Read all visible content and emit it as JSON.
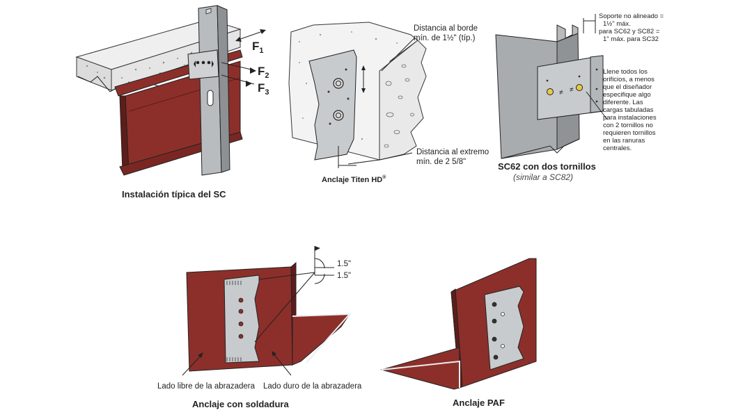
{
  "figures": {
    "typical": {
      "caption": "Instalación típica del SC",
      "forces": [
        {
          "label": "F",
          "sub": "1"
        },
        {
          "label": "F",
          "sub": "2"
        },
        {
          "label": "F",
          "sub": "3"
        }
      ]
    },
    "titen": {
      "caption": "Anclaje Titen HD",
      "caption_mark": "®",
      "edge_note": [
        "Distancia al borde",
        "mín. de 1½\" (típ.)"
      ],
      "end_note": [
        "Distancia al extremo",
        "mín. de 2 5/8\""
      ]
    },
    "sc62": {
      "caption": "SC62 con dos tornillos",
      "subcaption": "(similar a SC82)",
      "misalign_note": [
        "Soporte no alineado =",
        "1½\" máx.",
        "para SC62 y SC82 =",
        "1\" máx. para SC32"
      ],
      "fill_note": [
        "Llene todos los",
        "orificios, a menos",
        "que el diseñador",
        "especifique algo",
        "diferente. Las",
        "cargas tabuladas",
        "para instalaciones",
        "con 2 tornillos no",
        "requieren tornillos",
        "en las ranuras",
        "centrales."
      ]
    },
    "weld": {
      "caption": "Anclaje con soldadura",
      "free_side": "Lado libre de la abrazadera",
      "hard_side": "Lado duro de la abrazadera",
      "dims": [
        "1.5\"",
        "1.5\""
      ]
    },
    "paf": {
      "caption": "Anclaje PAF"
    }
  },
  "colors": {
    "steel_red": "#8c2f2a",
    "steel_dark": "#5e1d19",
    "galvanized": "#b9bcbf",
    "concrete": "#e9e9e9"
  }
}
